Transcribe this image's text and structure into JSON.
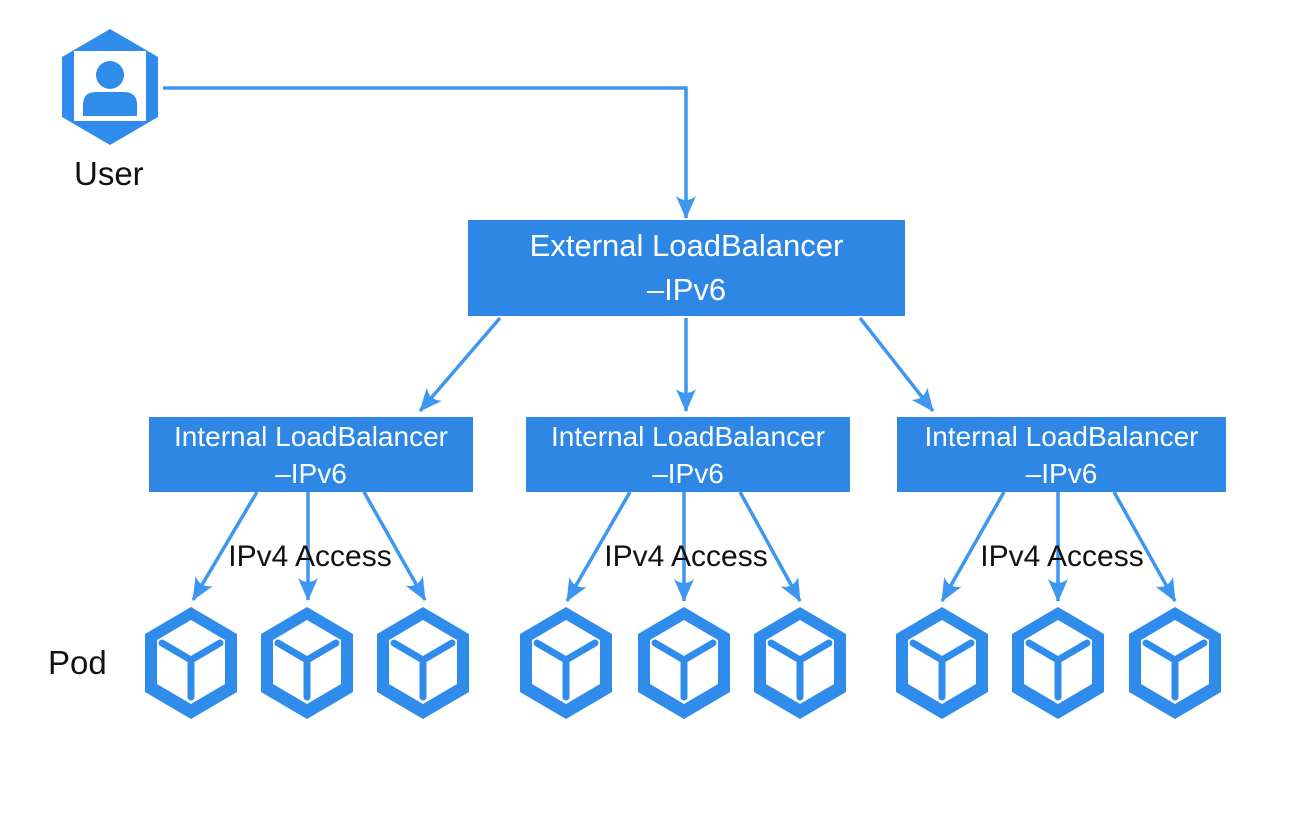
{
  "nodes": {
    "user": {
      "label": "User"
    },
    "external_lb": {
      "title": "External LoadBalancer",
      "subtitle": "–IPv6"
    },
    "internal_lbs": [
      {
        "title": "Internal LoadBalancer",
        "subtitle": "–IPv6",
        "access_label": "IPv4 Access",
        "pod_count": 3
      },
      {
        "title": "Internal LoadBalancer",
        "subtitle": "–IPv6",
        "access_label": "IPv4 Access",
        "pod_count": 3
      },
      {
        "title": "Internal LoadBalancer",
        "subtitle": "–IPv6",
        "access_label": "IPv4 Access",
        "pod_count": 3
      }
    ],
    "pod_row": {
      "label": "Pod"
    }
  },
  "icons": {
    "user": "user-hexagon-icon",
    "pod": "pod-cube-hexagon-icon",
    "arrow": "arrowhead-icon"
  },
  "colors": {
    "node_blue": "#2E87E4",
    "icon_blue": "#2F8CEA",
    "arrow_blue": "#3D97F0",
    "text_dark": "#111111",
    "text_light": "#FFFFFF",
    "background": "#FFFFFF"
  }
}
